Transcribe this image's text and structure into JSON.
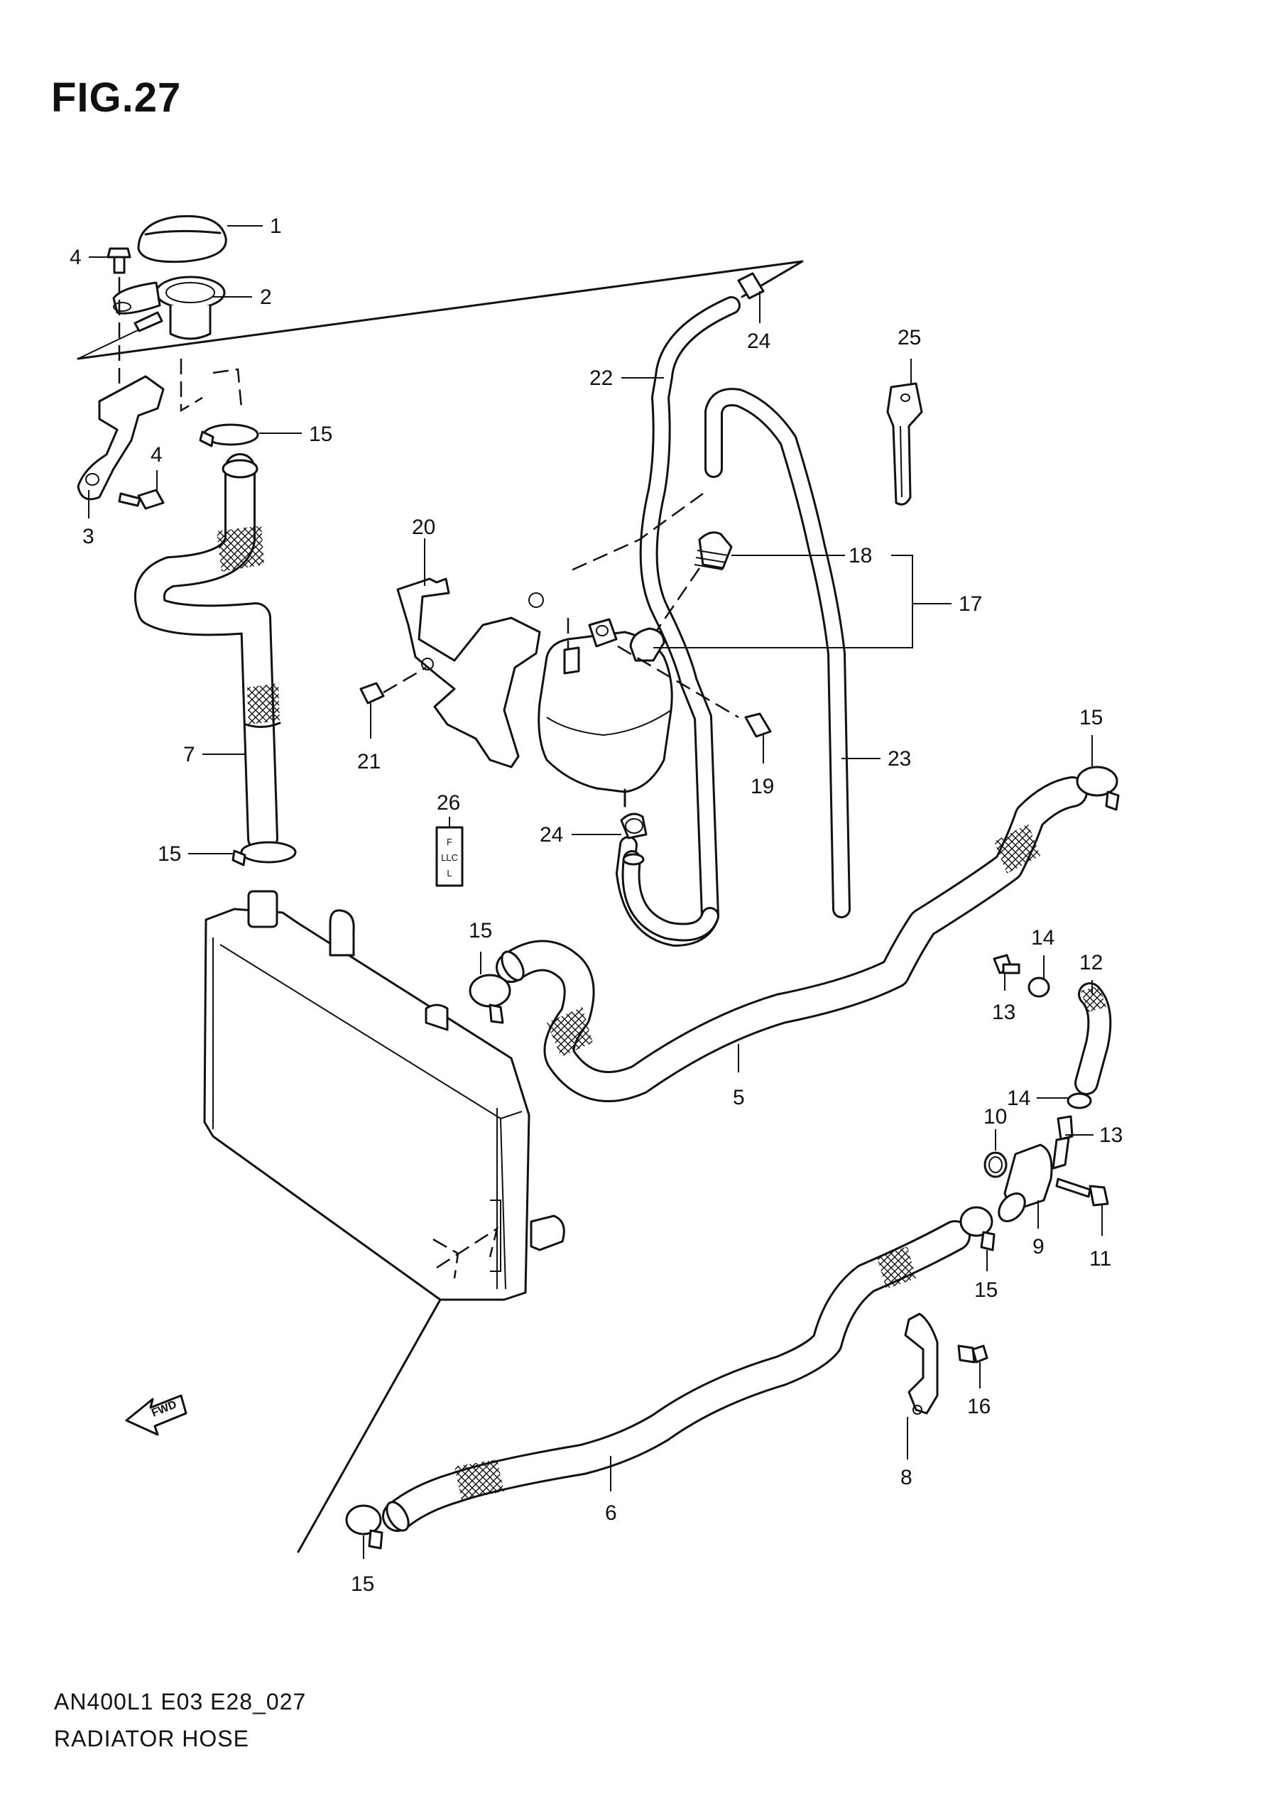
{
  "figure": {
    "title": "FIG.27",
    "model_code": "AN400L1 E03 E28_027",
    "name": "RADIATOR HOSE"
  },
  "callouts": [
    "1",
    "4",
    "2",
    "15",
    "4",
    "3",
    "7",
    "15",
    "22",
    "24",
    "25",
    "20",
    "18",
    "17",
    "21",
    "19",
    "23",
    "26",
    "24",
    "15",
    "15",
    "14",
    "12",
    "13",
    "5",
    "14",
    "10",
    "13",
    "9",
    "11",
    "15",
    "16",
    "8",
    "6",
    "15"
  ],
  "label_card": {
    "lines": [
      "F",
      "LLC",
      "L"
    ]
  },
  "fwd_arrow": {
    "text": "FWD",
    "icon": "fwd-arrow-icon"
  }
}
